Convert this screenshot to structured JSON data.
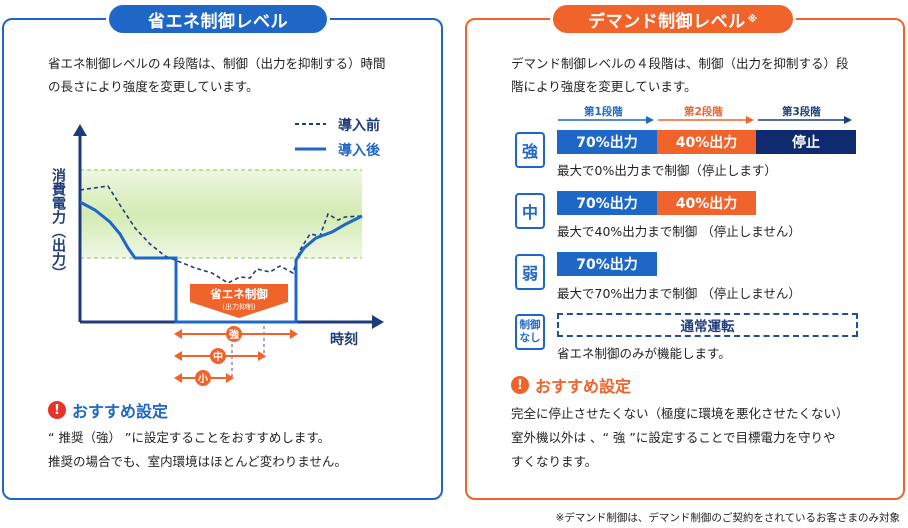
{
  "left": {
    "title": "省エネ制御レベル",
    "intro_line1": "省エネ制御レベルの４段階は、制御（出力を抑制する）時間",
    "intro_line2": "の長さにより強度を変更しています。",
    "chart": {
      "ylabel": "消費電力（出力）",
      "xlabel": "時刻",
      "legend_before": "導入前",
      "legend_after": "導入後",
      "banner_main": "省エネ制御",
      "banner_sub": "(出力抑制)",
      "range_strong": "強",
      "range_medium": "中",
      "range_weak": "小"
    },
    "rec_title": "おすすめ設定",
    "rec_line1": "“ 推奨（強） ”に設定することをおすすめします。",
    "rec_line2": "推奨の場合でも、室内環境はほとんど変わりません。"
  },
  "right": {
    "title": "デマンド制御レベル",
    "title_mark": "※",
    "intro_line1": "デマンド制御レベルの４段階は、制御（出力を抑制する）段",
    "intro_line2": "階により強度を変更しています。",
    "stages": [
      "第1段階",
      "第2段階",
      "第3段階"
    ],
    "levels": [
      {
        "label": "強",
        "bars": [
          "70%出力",
          "40%出力",
          "停止"
        ],
        "desc": "最大で0%出力まで制御（停止します）"
      },
      {
        "label": "中",
        "bars": [
          "70%出力",
          "40%出力"
        ],
        "desc": "最大で40%出力まで制御 （停止しません）"
      },
      {
        "label": "弱",
        "bars": [
          "70%出力"
        ],
        "desc": "最大で70%出力まで制御 （停止しません）"
      },
      {
        "label": "制御なし",
        "bars": [
          "通常運転"
        ],
        "desc": "省エネ制御のみが機能します。"
      }
    ],
    "rec_title": "おすすめ設定",
    "rec_line1": "完全に停止させたくない（極度に環境を悪化させたくない）",
    "rec_line2": "室外機以外は 、“ 強 ”に設定することで目標電力を守りや",
    "rec_line3": "すくなります。"
  },
  "footnote": "※デマンド制御は、デマンド制御のご契約をされているお客さまのみ対象",
  "colors": {
    "blue": "#1f67c6",
    "orange": "#f0632b",
    "navy": "#0f2a6e",
    "green_band": "#d7edbb",
    "red": "#e8332a"
  }
}
